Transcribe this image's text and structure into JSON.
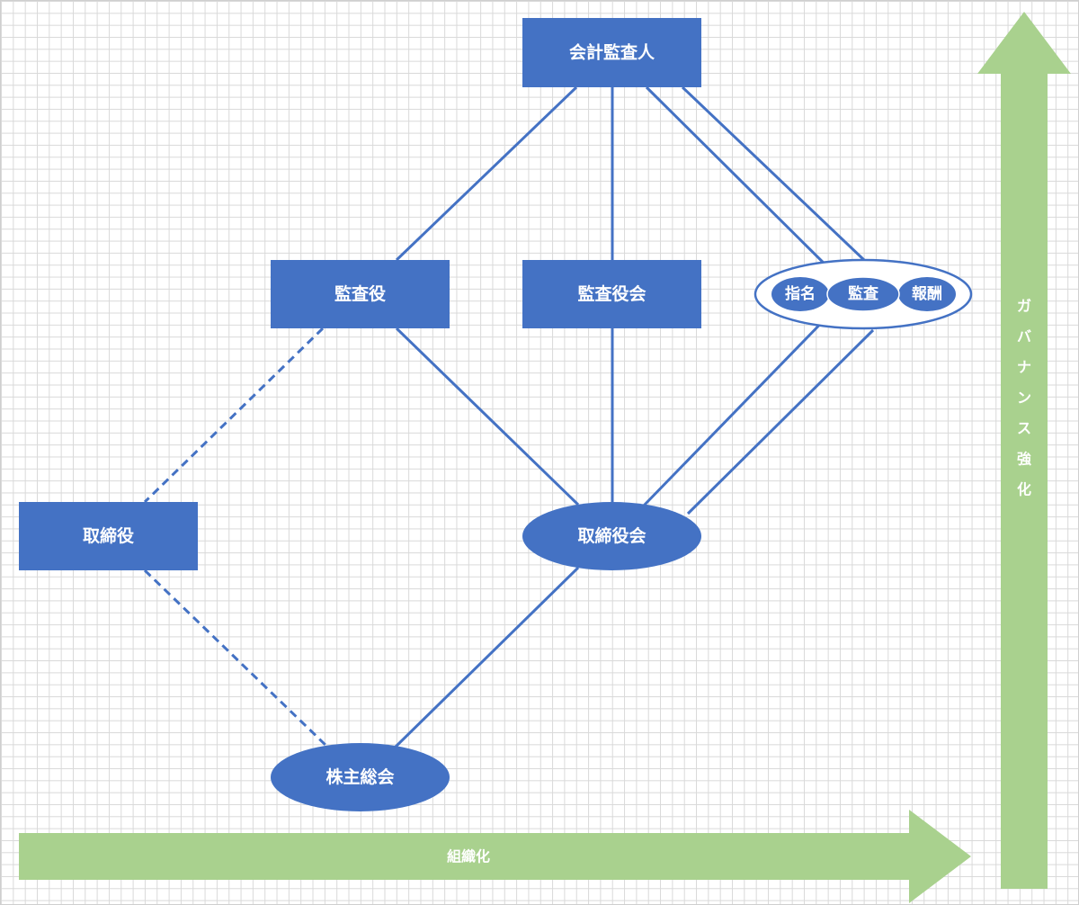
{
  "colors": {
    "node_fill": "#4472c4",
    "connector": "#4472c4",
    "arrow_fill": "#a9d18e",
    "text": "#ffffff",
    "grid": "#d9d9d9"
  },
  "nodes": {
    "accounting_auditor": "会計監査人",
    "corporate_auditor": "監査役",
    "audit_board": "監査役会",
    "director": "取締役",
    "board_of_directors": "取締役会",
    "shareholders_meeting": "株主総会",
    "committees": {
      "nomination": "指名",
      "audit": "監査",
      "compensation": "報酬"
    }
  },
  "axes": {
    "horizontal_arrow_label": "組織化",
    "vertical_arrow_chars": [
      "ガ",
      "バ",
      "ナ",
      "ン",
      "ス",
      "強",
      "化"
    ]
  }
}
